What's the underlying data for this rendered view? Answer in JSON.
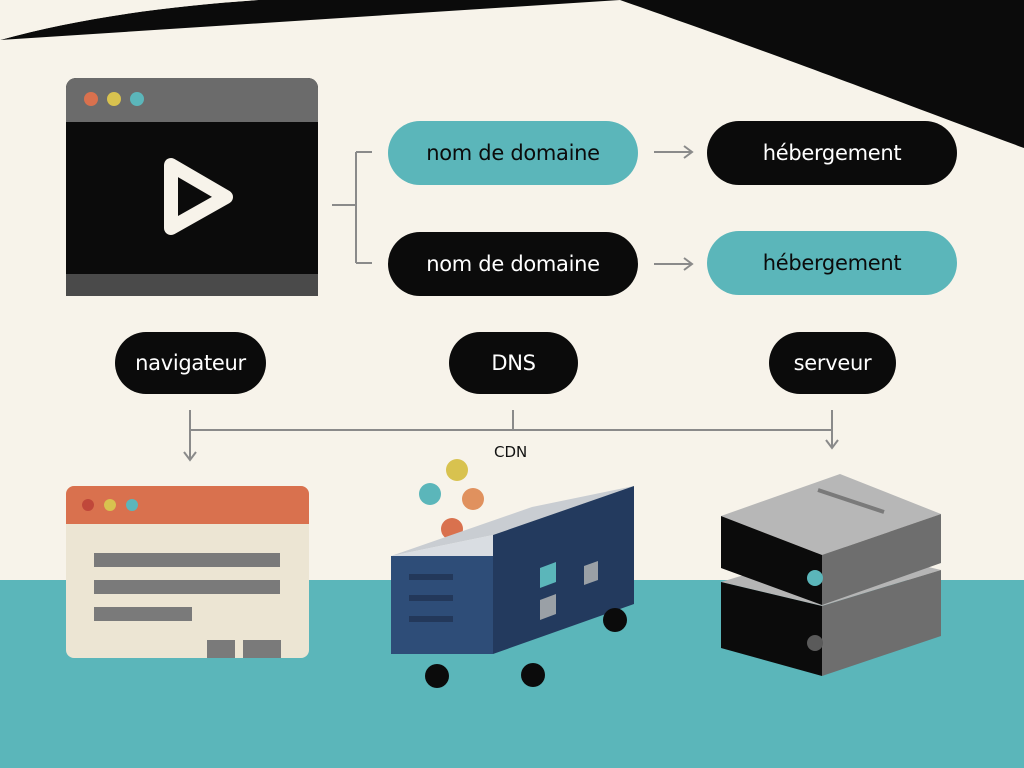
{
  "row1": {
    "domain_label": "nom de domaine",
    "hosting_label": "hébergement"
  },
  "row2": {
    "domain_label": "nom de domaine",
    "hosting_label": "hébergement"
  },
  "roles": {
    "browser": "navigateur",
    "dns": "DNS",
    "server": "serveur"
  },
  "cdn_label": "CDN",
  "colors": {
    "background": "#f7f3ea",
    "ink": "#0b0b0b",
    "teal": "#5bb6ba",
    "orange": "#d9714e",
    "yellow": "#d8c24f",
    "navy": "#2e4d78"
  },
  "icons": {
    "player": "video-player-window-icon",
    "play": "play-icon",
    "browser": "browser-window-icon",
    "cdn": "cdn-cart-icon",
    "server": "server-stack-icon"
  }
}
